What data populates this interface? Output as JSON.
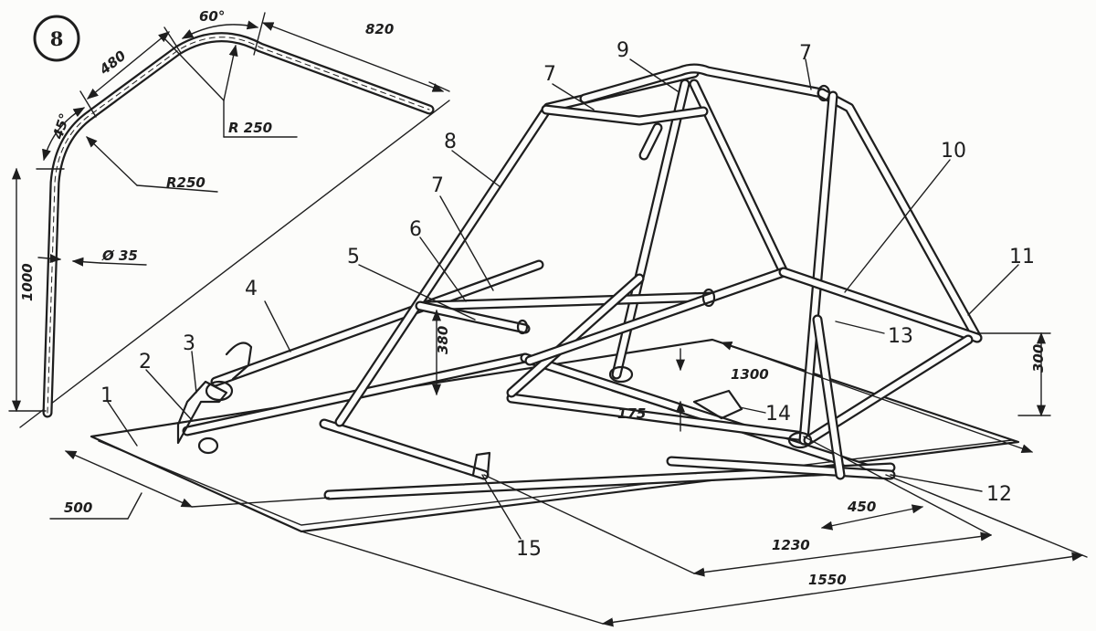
{
  "figure": {
    "number": "8"
  },
  "callouts": [
    "1",
    "2",
    "3",
    "4",
    "5",
    "6",
    "7",
    "7",
    "7",
    "8",
    "9",
    "10",
    "11",
    "12",
    "13",
    "14",
    "15"
  ],
  "dimensions": {
    "tube_radius_top": "R 250",
    "tube_radius_side": "R250",
    "angle_top": "60°",
    "angle_side": "45°",
    "segment_480": "480",
    "segment_820": "820",
    "height_1000": "1000",
    "diameter": "Ø 35",
    "height_380": "380",
    "height_300": "300",
    "width_1300": "1300",
    "offset_175": "175",
    "length_500": "500",
    "length_450": "450",
    "length_1230": "1230",
    "length_1550": "1550"
  }
}
